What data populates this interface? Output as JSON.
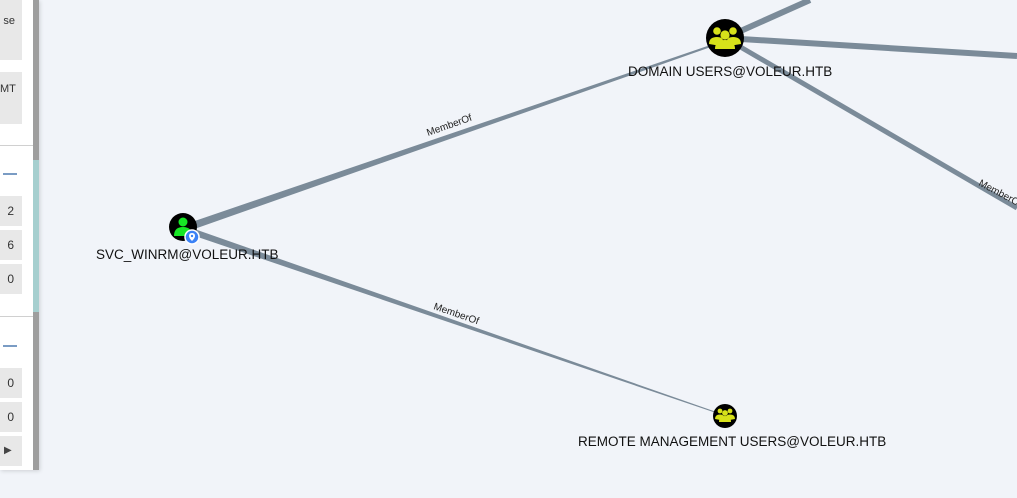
{
  "sidebar": {
    "cells": [
      {
        "text": "se"
      },
      {
        "text": "MT"
      },
      {
        "text": "2"
      },
      {
        "text": "6"
      },
      {
        "text": "0"
      },
      {
        "text": "0"
      },
      {
        "text": "0"
      }
    ]
  },
  "graph": {
    "nodes": {
      "domain_users": {
        "label": "DOMAIN USERS@VOLEUR.HTB",
        "icon": "group-icon",
        "color": "#d7e11a"
      },
      "svc_winrm": {
        "label": "SVC_WINRM@VOLEUR.HTB",
        "icon": "user-icon",
        "color": "#17e625"
      },
      "remote_mgmt": {
        "label": "REMOTE MANAGEMENT USERS@VOLEUR.HTB",
        "icon": "group-icon",
        "color": "#d7e11a"
      }
    },
    "edges": [
      {
        "label": "MemberOf"
      },
      {
        "label": "MemberOf"
      },
      {
        "label": "MemberOf"
      }
    ],
    "edge_color": "#7b8b99",
    "owned_marker_color": "#3b82f6"
  }
}
